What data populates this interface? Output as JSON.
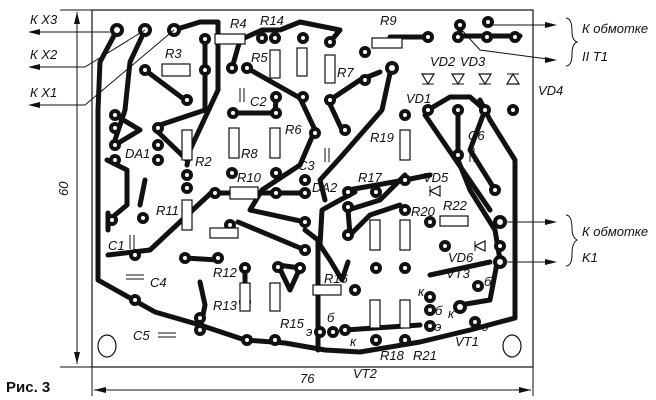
{
  "figure_caption": "Рис. 3",
  "dimensions": {
    "height": "60",
    "width": "76"
  },
  "connections": {
    "x3": "К X3",
    "x2": "К X2",
    "x1": "К X1",
    "winding_t1_line1": "К обмотке",
    "winding_t1_line2": "II  T1",
    "winding_k1_line1": "К обмотке",
    "winding_k1_line2": "K1"
  },
  "components": [
    "R4",
    "R14",
    "R9",
    "R3",
    "R5",
    "R7",
    "C2",
    "R6",
    "R8",
    "R2",
    "DA1",
    "C3",
    "DA2",
    "R10",
    "R19",
    "VD1",
    "VD2",
    "VD3",
    "VD4",
    "C6",
    "VD5",
    "R17",
    "R20",
    "R22",
    "VD6",
    "VT3",
    "R11",
    "C1",
    "C4",
    "R12",
    "R13",
    "R15",
    "R16",
    "C5",
    "R18",
    "R21",
    "VT2",
    "VT1"
  ],
  "pin_marks": [
    "б",
    "к",
    "б",
    "к",
    "э",
    "б",
    "к",
    "э",
    "э"
  ],
  "colors": {
    "ink": "#111111",
    "background": "#ffffff"
  }
}
